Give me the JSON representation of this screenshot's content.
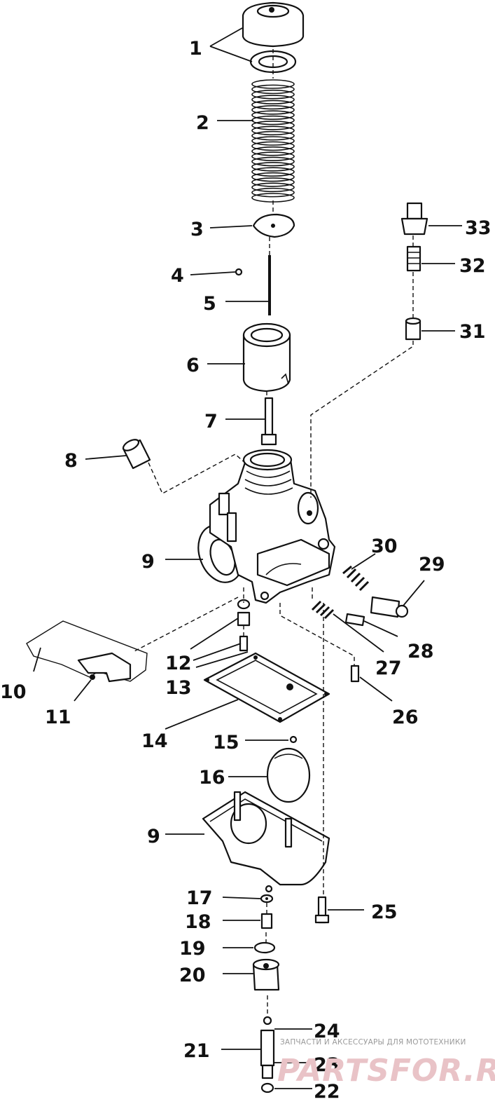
{
  "callouts": [
    {
      "id": "1",
      "label": "1"
    },
    {
      "id": "2",
      "label": "2"
    },
    {
      "id": "3",
      "label": "3"
    },
    {
      "id": "4",
      "label": "4"
    },
    {
      "id": "5",
      "label": "5"
    },
    {
      "id": "6",
      "label": "6"
    },
    {
      "id": "7",
      "label": "7"
    },
    {
      "id": "8",
      "label": "8"
    },
    {
      "id": "9a",
      "label": "9"
    },
    {
      "id": "9b",
      "label": "9"
    },
    {
      "id": "10",
      "label": "10"
    },
    {
      "id": "11",
      "label": "11"
    },
    {
      "id": "12",
      "label": "12"
    },
    {
      "id": "13",
      "label": "13"
    },
    {
      "id": "14",
      "label": "14"
    },
    {
      "id": "15",
      "label": "15"
    },
    {
      "id": "16",
      "label": "16"
    },
    {
      "id": "17",
      "label": "17"
    },
    {
      "id": "18",
      "label": "18"
    },
    {
      "id": "19",
      "label": "19"
    },
    {
      "id": "20",
      "label": "20"
    },
    {
      "id": "21",
      "label": "21"
    },
    {
      "id": "22",
      "label": "22"
    },
    {
      "id": "23",
      "label": "23"
    },
    {
      "id": "24",
      "label": "24"
    },
    {
      "id": "25",
      "label": "25"
    },
    {
      "id": "26",
      "label": "26"
    },
    {
      "id": "27",
      "label": "27"
    },
    {
      "id": "28",
      "label": "28"
    },
    {
      "id": "29",
      "label": "29"
    },
    {
      "id": "30",
      "label": "30"
    },
    {
      "id": "31",
      "label": "31"
    },
    {
      "id": "32",
      "label": "32"
    },
    {
      "id": "33",
      "label": "33"
    }
  ],
  "watermark": {
    "caption": "ЗАПЧАСТИ И АКСЕССУАРЫ ДЛЯ МОТОТЕХНИКИ",
    "logo": "PARTSFOR.RU"
  }
}
